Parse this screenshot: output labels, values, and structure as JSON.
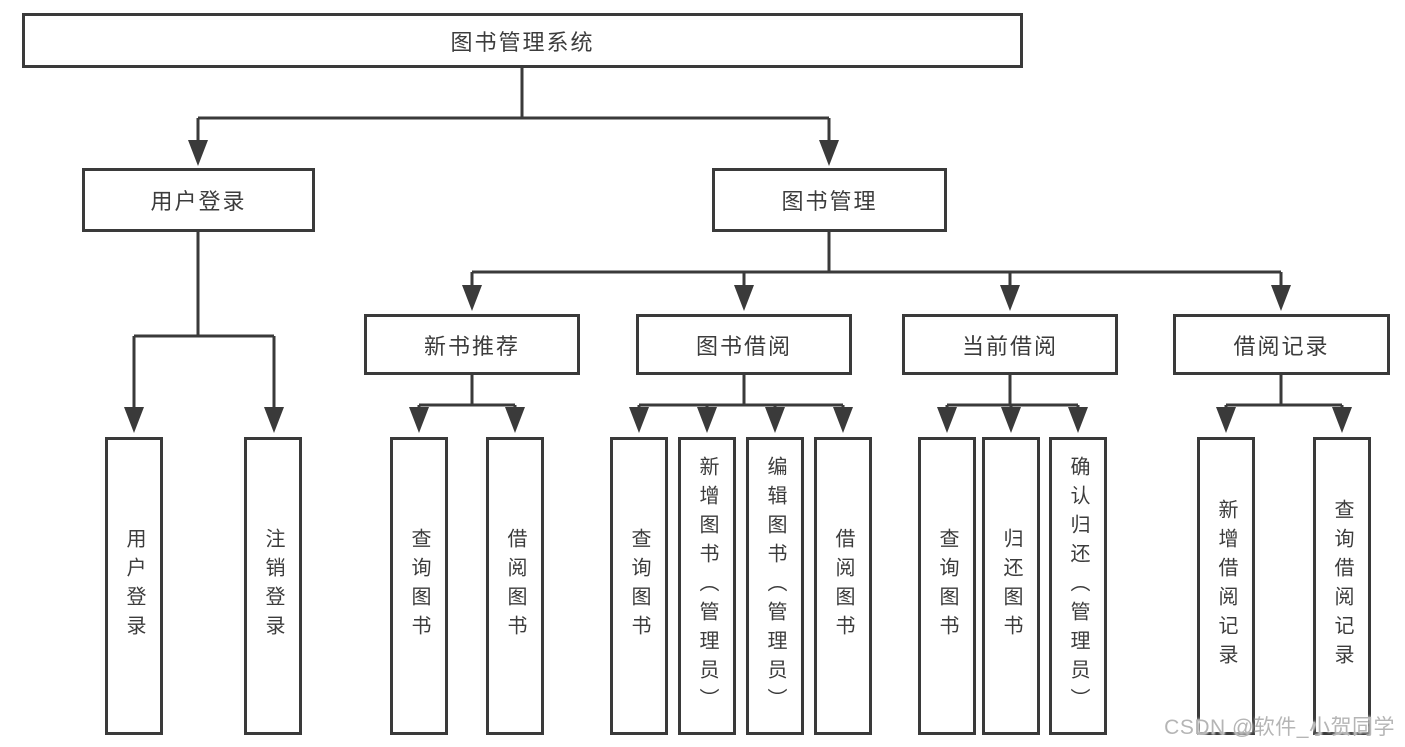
{
  "page": {
    "watermark": "CSDN @软件_小贺同学"
  },
  "diagram": {
    "type": "hierarchy-tree",
    "colors": {
      "line": "#3a3a3a",
      "border": "#3a3a3a",
      "text": "#3c3c3c",
      "background": "#ffffff",
      "watermark": "#b5b5b5"
    },
    "root": {
      "id": "library-management-system",
      "label": "图书管理系统"
    },
    "level2": [
      {
        "id": "user-login",
        "label": "用户登录",
        "parent": "library-management-system"
      },
      {
        "id": "book-management",
        "label": "图书管理",
        "parent": "library-management-system"
      }
    ],
    "level3": [
      {
        "id": "new-book-recommendation",
        "label": "新书推荐",
        "parent": "book-management"
      },
      {
        "id": "book-borrowing",
        "label": "图书借阅",
        "parent": "book-management"
      },
      {
        "id": "current-borrowing",
        "label": "当前借阅",
        "parent": "book-management"
      },
      {
        "id": "borrowing-records",
        "label": "借阅记录",
        "parent": "book-management"
      }
    ],
    "leaves": [
      {
        "label": "用户登录",
        "parent": "user-login"
      },
      {
        "label": "注销登录",
        "parent": "user-login"
      },
      {
        "label": "查询图书",
        "parent": "new-book-recommendation"
      },
      {
        "label": "借阅图书",
        "parent": "new-book-recommendation"
      },
      {
        "label": "查询图书",
        "parent": "book-borrowing"
      },
      {
        "label": "新增图书（管理员）",
        "parent": "book-borrowing"
      },
      {
        "label": "编辑图书（管理员）",
        "parent": "book-borrowing"
      },
      {
        "label": "借阅图书",
        "parent": "book-borrowing"
      },
      {
        "label": "查询图书",
        "parent": "current-borrowing"
      },
      {
        "label": "归还图书",
        "parent": "current-borrowing"
      },
      {
        "label": "确认归还（管理员）",
        "parent": "current-borrowing"
      },
      {
        "label": "新增借阅记录",
        "parent": "borrowing-records"
      },
      {
        "label": "查询借阅记录",
        "parent": "borrowing-records"
      }
    ]
  }
}
